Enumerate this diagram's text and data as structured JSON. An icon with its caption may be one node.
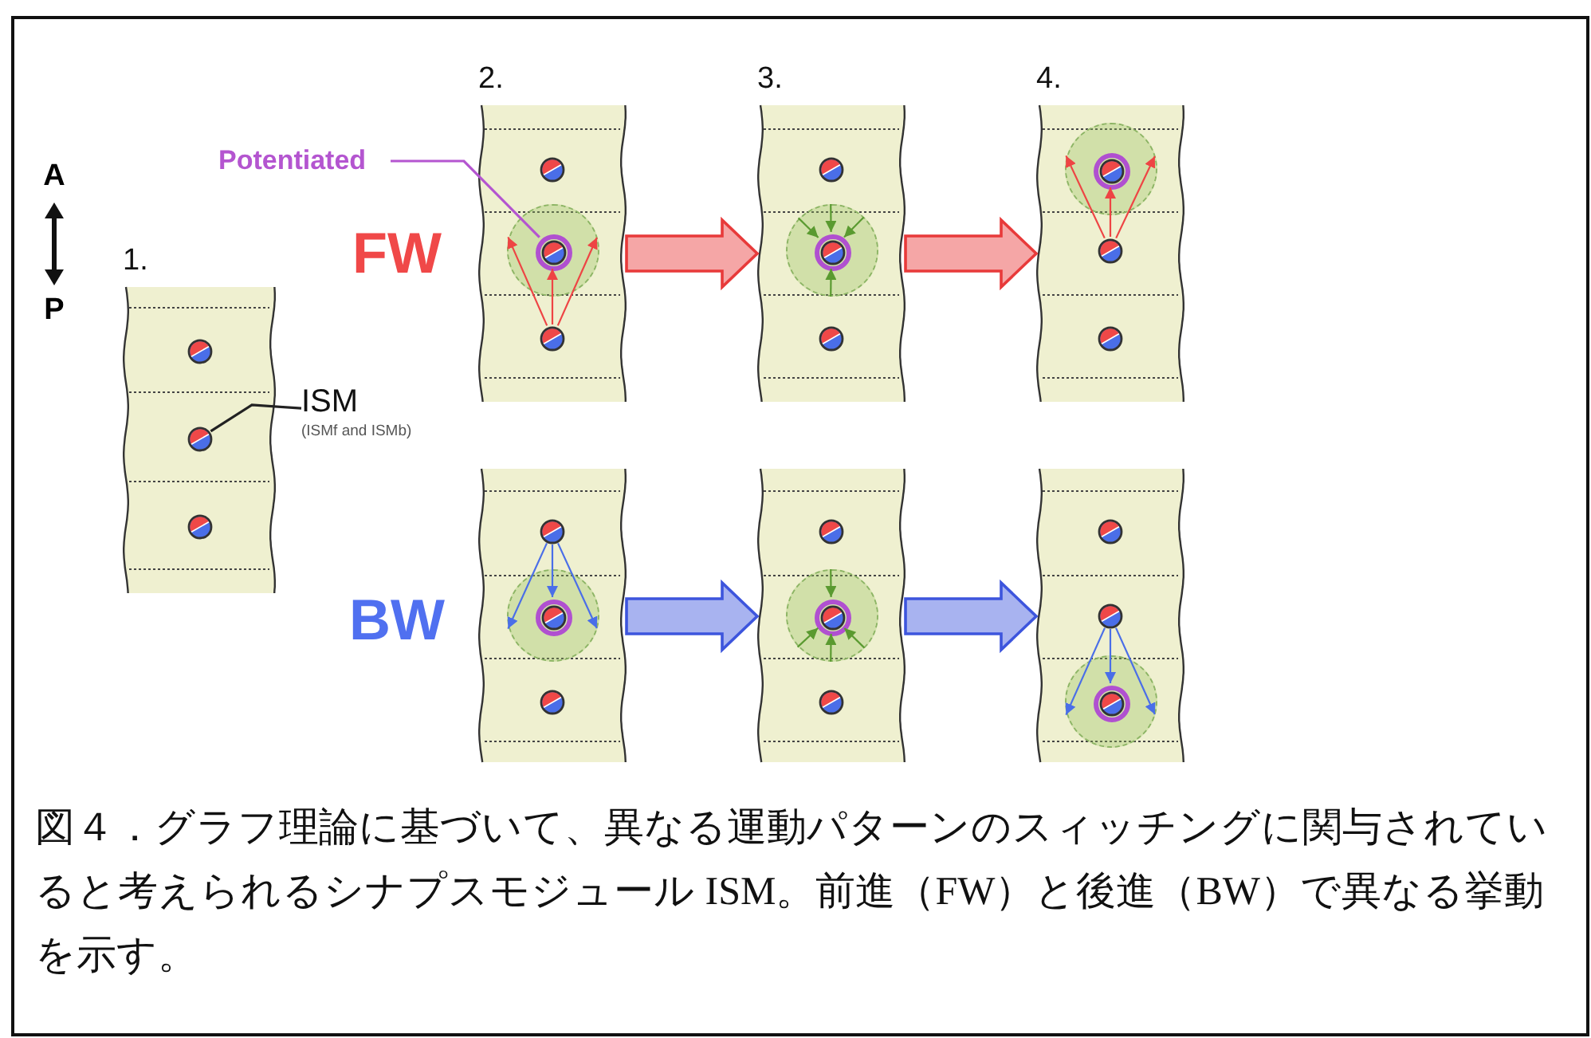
{
  "diagram": {
    "caption": "図４．グラフ理論に基づいて、異なる運動パターンのスィッチングに関与されていると考えられるシナプスモジュール ISM。前進（FW）と後進（BW）で異なる挙動を示す。",
    "nodes": [
      {
        "text": [
          "1."
        ]
      },
      {
        "text": [],
        "shape": "circle",
        "in": 0
      },
      {
        "text": [],
        "shape": "circle",
        "in": 0
      },
      {
        "text": [],
        "shape": "circle",
        "in": 0
      },
      {
        "text": [
          "ISM",
          "(ISMf and ISMb)"
        ]
      },
      {
        "text": [
          "Potentiated"
        ]
      },
      {
        "text": [
          "2."
        ]
      },
      {
        "text": [],
        "shape": "circle",
        "in": 6
      },
      {
        "text": [],
        "shape": "circle",
        "in": 6
      },
      {
        "text": [],
        "shape": "circle",
        "in": 8
      },
      {
        "text": [],
        "shape": "circle",
        "in": 6
      },
      {
        "text": [
          "3."
        ]
      },
      {
        "text": [],
        "shape": "circle",
        "in": 11
      },
      {
        "text": [],
        "shape": "circle",
        "in": 11
      },
      {
        "text": [],
        "shape": "circle",
        "in": 13
      },
      {
        "text": [],
        "shape": "circle",
        "in": 11
      },
      {
        "text": [
          "4."
        ]
      },
      {
        "text": [],
        "shape": "circle",
        "in": 16
      },
      {
        "text": [],
        "shape": "circle",
        "in": 17
      },
      {
        "text": [],
        "shape": "circle",
        "in": 16
      },
      {
        "text": [],
        "shape": "circle",
        "in": 16
      },
      {
        "text": [],
        "shape": "box"
      },
      {
        "text": [],
        "shape": "circle",
        "in": 21
      },
      {
        "text": [],
        "shape": "circle",
        "in": 21
      },
      {
        "text": [],
        "shape": "circle",
        "in": 23
      },
      {
        "text": [],
        "shape": "circle",
        "in": 21
      },
      {
        "text": [],
        "shape": "box"
      },
      {
        "text": [],
        "shape": "circle",
        "in": 26
      },
      {
        "text": [],
        "shape": "circle",
        "in": 26
      },
      {
        "text": [],
        "shape": "circle",
        "in": 28
      },
      {
        "text": [],
        "shape": "circle",
        "in": 26
      },
      {
        "text": [],
        "shape": "box"
      },
      {
        "text": [],
        "shape": "circle",
        "in": 31
      },
      {
        "text": [],
        "shape": "circle",
        "in": 31
      },
      {
        "text": [],
        "shape": "circle",
        "in": 31
      },
      {
        "text": [],
        "shape": "circle",
        "in": 34
      }
    ],
    "edges": [
      {
        "from": 4,
        "to": 2,
        "arrow": "none",
        "color": "#222222"
      },
      {
        "from": 5,
        "to": 9,
        "arrow": "none",
        "color": "#b455d0"
      },
      {
        "from": 10,
        "to": 9,
        "arrow": "to",
        "color": "#ee4444"
      },
      {
        "from": 10,
        "to": 8,
        "arrow": "to",
        "color": "#ee4444"
      },
      {
        "from": 10,
        "to": 8,
        "arrow": "to",
        "color": "#ee4444"
      },
      {
        "from": 13,
        "to": 14,
        "arrow": "to",
        "color": "#5a9a30"
      },
      {
        "from": 13,
        "to": 14,
        "arrow": "to",
        "color": "#5a9a30"
      },
      {
        "from": 13,
        "to": 14,
        "arrow": "to",
        "color": "#5a9a30"
      },
      {
        "from": 13,
        "to": 14,
        "arrow": "to",
        "color": "#5a9a30"
      },
      {
        "from": 19,
        "to": 18,
        "arrow": "to",
        "color": "#ee4444"
      },
      {
        "from": 19,
        "to": 17,
        "arrow": "to",
        "color": "#ee4444"
      },
      {
        "from": 19,
        "to": 17,
        "arrow": "to",
        "color": "#ee4444"
      },
      {
        "from": 22,
        "to": 24,
        "arrow": "to",
        "color": "#4a6ee8"
      },
      {
        "from": 22,
        "to": 23,
        "arrow": "to",
        "color": "#4a6ee8"
      },
      {
        "from": 22,
        "to": 23,
        "arrow": "to",
        "color": "#4a6ee8"
      },
      {
        "from": 28,
        "to": 29,
        "arrow": "to",
        "color": "#5a9a30"
      },
      {
        "from": 28,
        "to": 29,
        "arrow": "to",
        "color": "#5a9a30"
      },
      {
        "from": 28,
        "to": 29,
        "arrow": "to",
        "color": "#5a9a30"
      },
      {
        "from": 28,
        "to": 29,
        "arrow": "to",
        "color": "#5a9a30"
      },
      {
        "from": 33,
        "to": 35,
        "arrow": "to",
        "color": "#4a6ee8"
      },
      {
        "from": 33,
        "to": 34,
        "arrow": "to",
        "color": "#4a6ee8"
      },
      {
        "from": 33,
        "to": 34,
        "arrow": "to",
        "color": "#4a6ee8"
      },
      {
        "from": 6,
        "to": 11,
        "arrow": "to",
        "color": "#e83a3a"
      },
      {
        "from": 11,
        "to": 16,
        "arrow": "to",
        "color": "#e83a3a"
      },
      {
        "from": 21,
        "to": 26,
        "arrow": "to",
        "color": "#3d55dd"
      },
      {
        "from": 26,
        "to": 31,
        "arrow": "to",
        "color": "#3d55dd"
      }
    ],
    "labels": [
      "A",
      "P",
      "FW",
      "BW"
    ]
  }
}
